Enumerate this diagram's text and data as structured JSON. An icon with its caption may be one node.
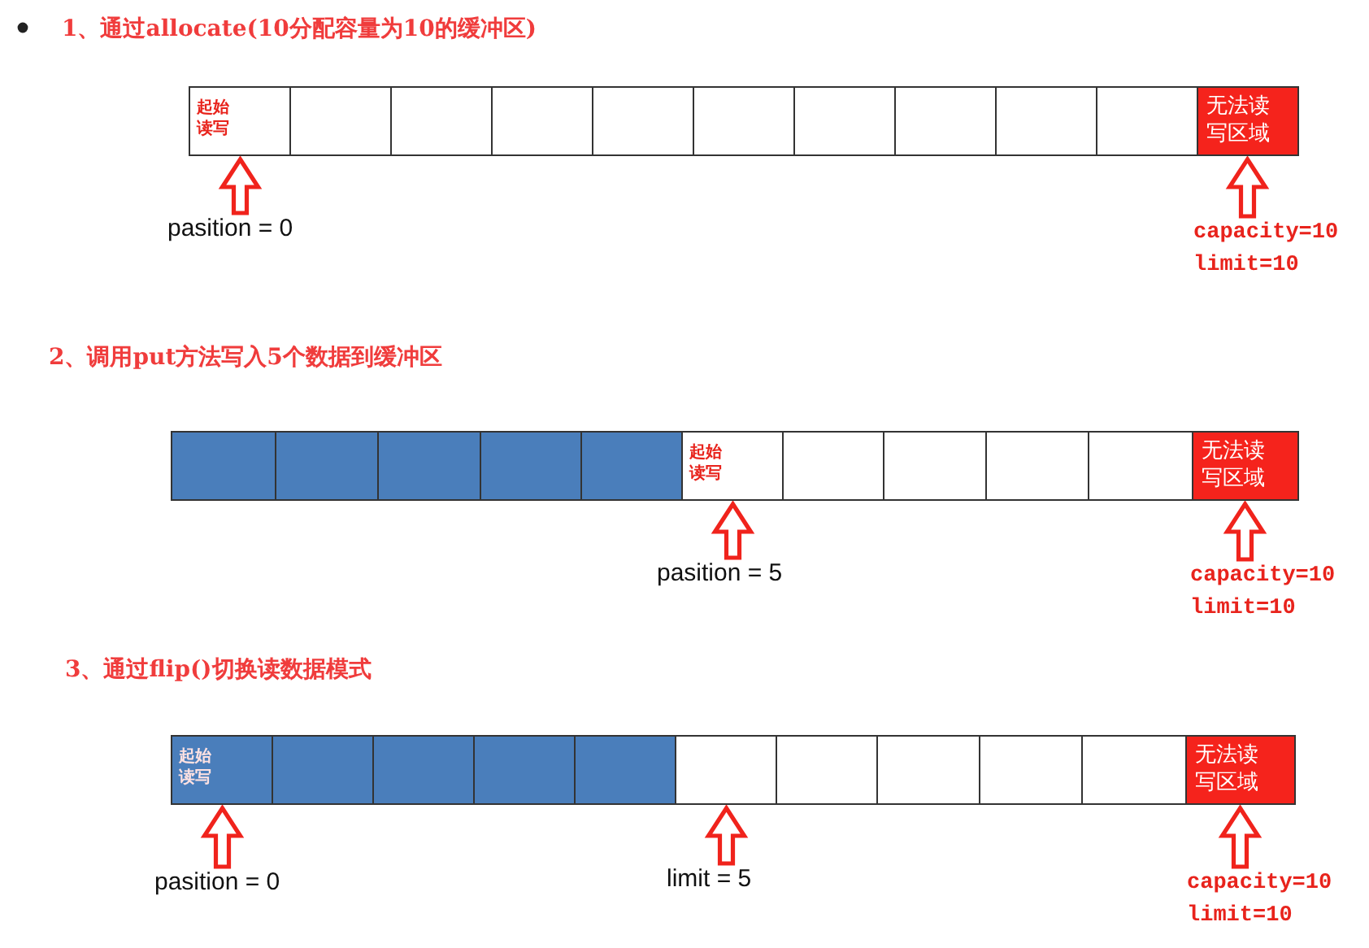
{
  "diagram": {
    "nodes": [
      {
        "text": [
          "起始读写"
        ]
      },
      {
        "text": [],
        "shape": "box"
      },
      {
        "text": [],
        "shape": "box"
      },
      {
        "text": [],
        "shape": "box"
      },
      {
        "text": [],
        "shape": "box"
      },
      {
        "text": [],
        "shape": "box"
      },
      {
        "text": [],
        "shape": "box"
      },
      {
        "text": [],
        "shape": "box"
      },
      {
        "text": [],
        "shape": "box"
      },
      {
        "text": [],
        "shape": "box"
      },
      {
        "text": [
          "无法读写区域"
        ]
      },
      {
        "text": [
          "pasition = 0"
        ]
      },
      {
        "text": [
          "capacity=10",
          "limit=10"
        ]
      },
      {
        "text": [],
        "shape": "box"
      },
      {
        "text": [],
        "shape": "box"
      },
      {
        "text": [],
        "shape": "box"
      },
      {
        "text": [],
        "shape": "box"
      },
      {
        "text": [],
        "shape": "box"
      },
      {
        "text": [
          "起始读写"
        ]
      },
      {
        "text": [],
        "shape": "box"
      },
      {
        "text": [],
        "shape": "box"
      },
      {
        "text": [],
        "shape": "box"
      },
      {
        "text": [],
        "shape": "box"
      },
      {
        "text": [
          "无法读写区域"
        ]
      },
      {
        "text": [
          "pasition = 5"
        ]
      },
      {
        "text": [
          "capacity=10",
          "limit=10"
        ]
      },
      {
        "text": [
          "起始读写"
        ]
      },
      {
        "text": [],
        "shape": "box"
      },
      {
        "text": [],
        "shape": "box"
      },
      {
        "text": [],
        "shape": "box"
      },
      {
        "text": [],
        "shape": "box"
      },
      {
        "text": [],
        "shape": "box"
      },
      {
        "text": [],
        "shape": "box"
      },
      {
        "text": [],
        "shape": "box"
      },
      {
        "text": [],
        "shape": "box"
      },
      {
        "text": [],
        "shape": "box"
      },
      {
        "text": [
          "无法读写区域"
        ]
      },
      {
        "text": [
          "pasition = 0"
        ]
      },
      {
        "text": [
          "limit = 5"
        ]
      },
      {
        "text": [
          "capacity=10",
          "limit=10"
        ]
      }
    ],
    "edges": [
      {
        "from": 11,
        "to": 0,
        "arrow": "to"
      },
      {
        "from": 12,
        "to": 10,
        "arrow": "to"
      },
      {
        "from": 24,
        "to": 18,
        "arrow": "to"
      },
      {
        "from": 25,
        "to": 23,
        "arrow": "to"
      },
      {
        "from": 37,
        "to": 26,
        "arrow": "to"
      },
      {
        "from": 38,
        "to": 31,
        "arrow": "to"
      },
      {
        "from": 39,
        "to": 36,
        "arrow": "to"
      }
    ],
    "labels": [
      "1、通过allocate(10分配容量为10的缓冲区)",
      "2、调用put方法写入5个数据到缓冲区",
      "3、通过flip()切换读数据模式"
    ]
  }
}
